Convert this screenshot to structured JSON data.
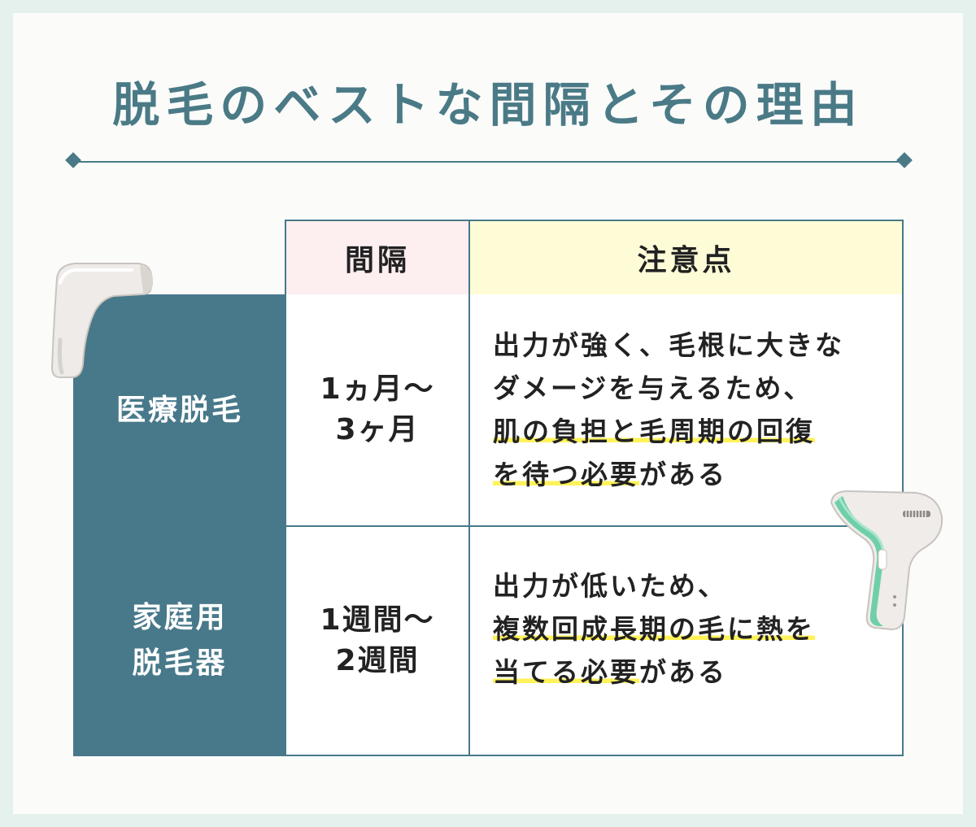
{
  "title": "脱毛のベストな間隔とその理由",
  "table": {
    "headers": {
      "interval": "間隔",
      "notes": "注意点"
    },
    "rows": [
      {
        "label": "医療脱毛",
        "interval_lines": [
          "1ヵ月〜",
          "3ヶ月"
        ],
        "note_parts": [
          {
            "text": "出力が強く、毛根に大きな",
            "highlight": false
          },
          {
            "text": "ダメージを与えるため、",
            "highlight": false
          },
          {
            "text": "肌の負担と毛周期の回復",
            "highlight": true
          },
          {
            "text": "を待つ必要",
            "highlight": true
          },
          {
            "text": "がある",
            "highlight": false
          }
        ]
      },
      {
        "label_lines": [
          "家庭用",
          "脱毛器"
        ],
        "interval_lines": [
          "1週間〜",
          "2週間"
        ],
        "note_parts": [
          {
            "text": "出力が低いため、",
            "highlight": false
          },
          {
            "text": "複数回成長期の毛に熱を",
            "highlight": true
          },
          {
            "text": "当てる必要",
            "highlight": true
          },
          {
            "text": "がある",
            "highlight": false
          }
        ]
      }
    ]
  },
  "colors": {
    "teal": "#48798a",
    "highlight": "#fff25a",
    "interval_header_bg": "#fdeef0",
    "notes_header_bg": "#fefcd7",
    "device_accent": "#6fcfa8"
  },
  "icons": [
    "hair-removal-device-gray-icon",
    "hair-removal-device-green-icon"
  ]
}
